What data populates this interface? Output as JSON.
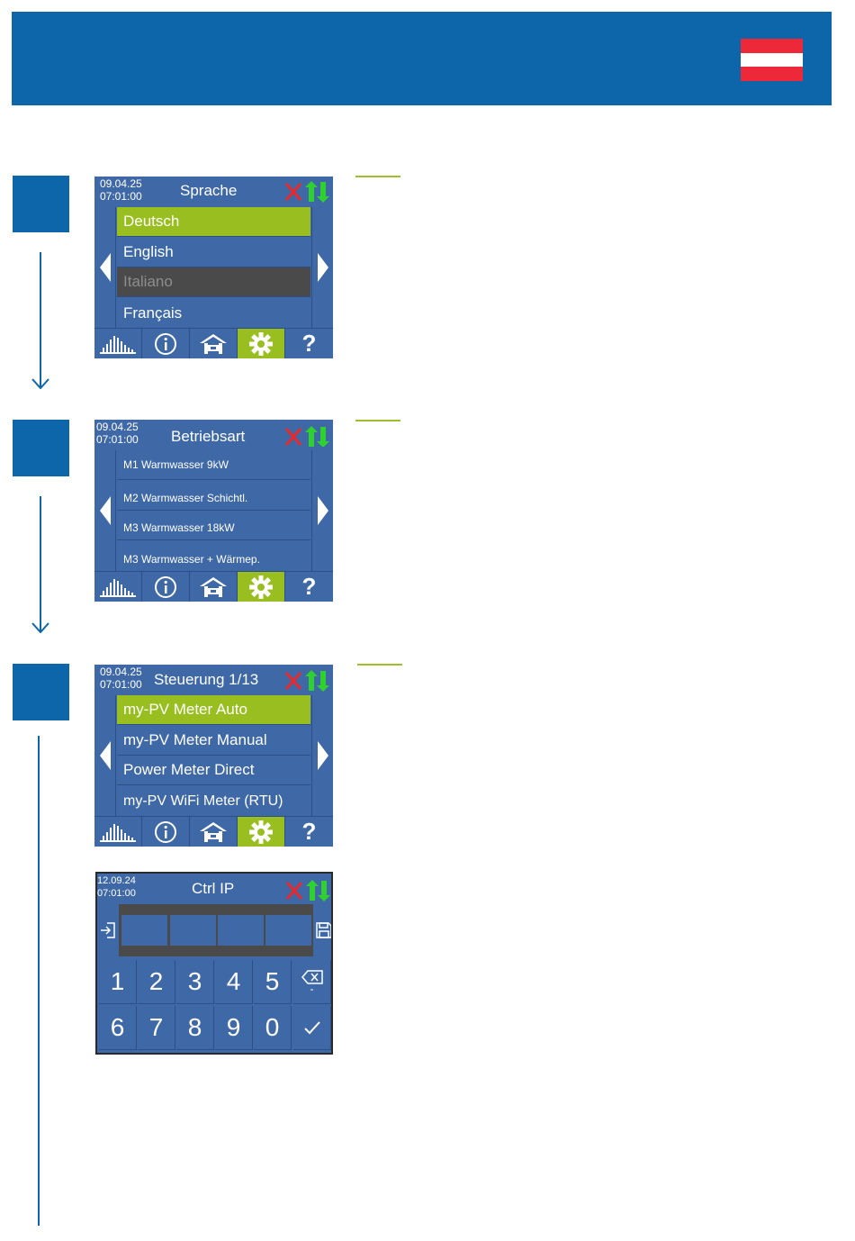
{
  "colors": {
    "brand_blue": "#0d66aa",
    "screen_blue": "#3f69a6",
    "selected_green": "#98be20",
    "accent_line": "#9cbf2b",
    "flag_red": "#ed2939",
    "flag_white": "#ffffff"
  },
  "icons": {
    "flag": "austria-flag-icon",
    "status_error": "red-x-icon",
    "status_transfer": "green-updown-arrows-icon",
    "nav": [
      "histogram-icon",
      "info-icon",
      "home-icon",
      "gear-icon",
      "help-icon"
    ]
  },
  "screen1": {
    "date": "09.04.25",
    "time": "07:01:00",
    "title": "Sprache",
    "items": [
      "Deutsch",
      "English",
      "Italiano",
      "Français"
    ],
    "help": "?"
  },
  "screen2": {
    "date": "09.04.25",
    "time": "07:01:00",
    "title": "Betriebsart",
    "items": [
      "M1 Warmwasser 9kW",
      "M2 Warmwasser Schichtl.",
      "M3 Warmwasser 18kW",
      "M3 Warmwasser + Wärmep."
    ],
    "help": "?"
  },
  "screen3": {
    "date": "09.04.25",
    "time": "07:01:00",
    "title": "Steuerung 1/13",
    "items": [
      "my-PV Meter Auto",
      "my-PV Meter Manual",
      "Power Meter Direct",
      "my-PV WiFi Meter (RTU)"
    ],
    "help": "?"
  },
  "screen4": {
    "date": "12.09.24",
    "time": "07:01:00",
    "title": "Ctrl IP",
    "keys_row1": [
      "1",
      "2",
      "3",
      "4",
      "5"
    ],
    "keys_row2": [
      "6",
      "7",
      "8",
      "9",
      "0"
    ],
    "backspace_sub": "-"
  }
}
